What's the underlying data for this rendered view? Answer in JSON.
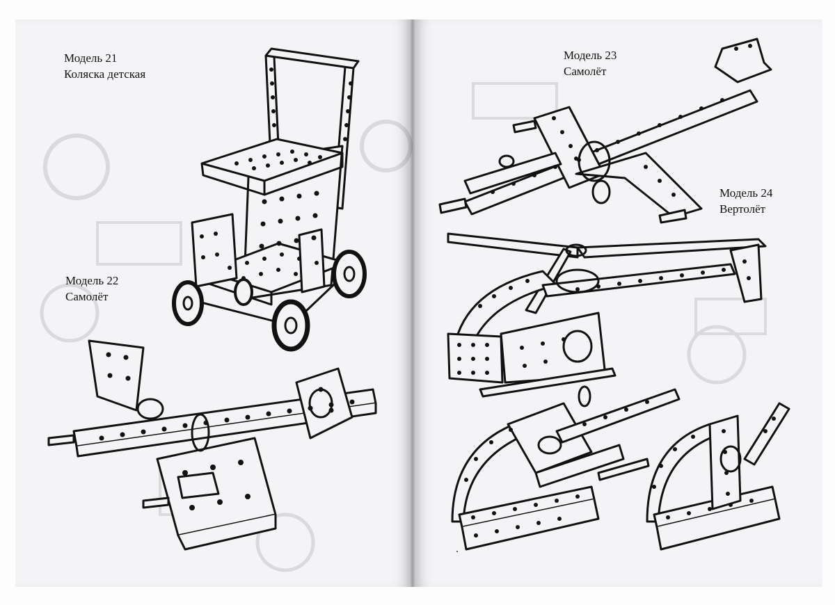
{
  "book": {
    "models": [
      {
        "number_label": "Модель 21",
        "name": "Коляска детская",
        "icon": "stroller-illustration"
      },
      {
        "number_label": "Модель 22",
        "name": "Самолёт",
        "icon": "airplane-illustration"
      },
      {
        "number_label": "Модель 23",
        "name": "Самолёт",
        "icon": "airplane-illustration"
      },
      {
        "number_label": "Модель 24",
        "name": "Вертолёт",
        "icon": "helicopter-illustration"
      }
    ]
  },
  "colors": {
    "ink": "#111111",
    "paper": "#f4f4f6"
  }
}
